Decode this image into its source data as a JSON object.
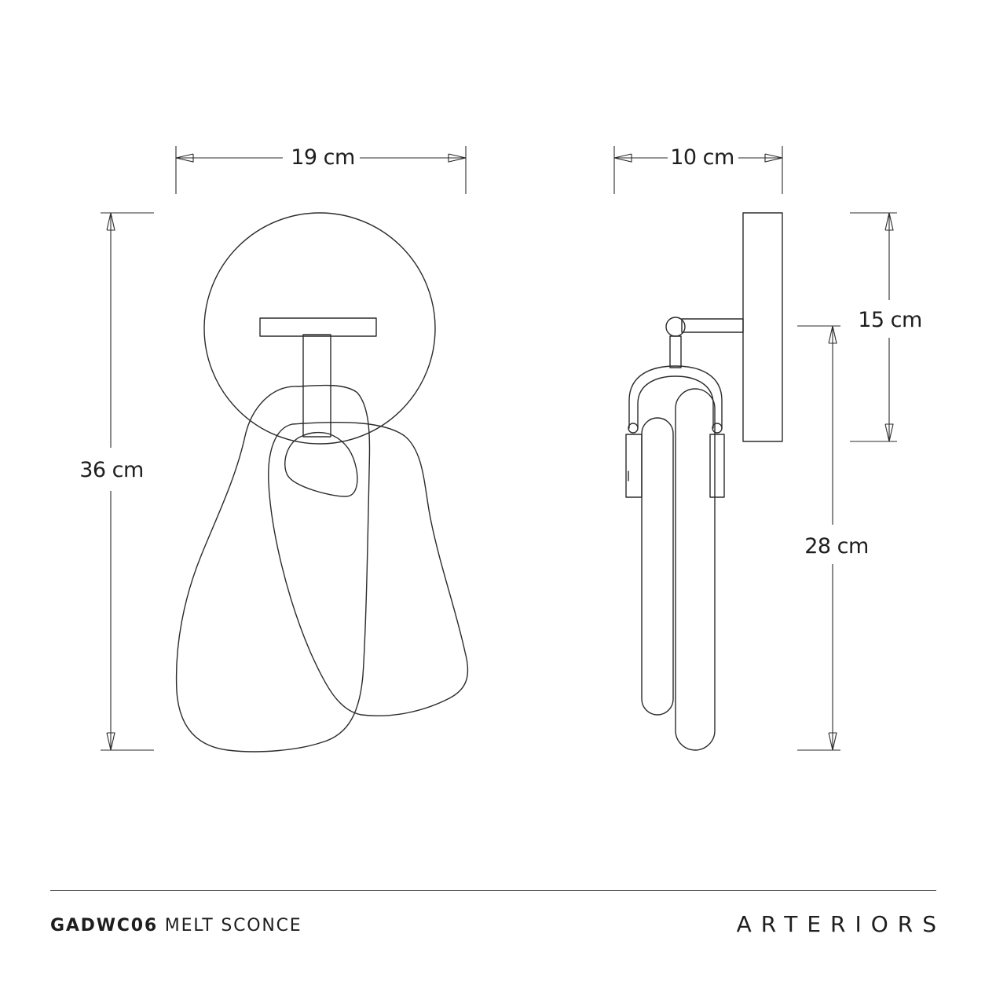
{
  "dimensions": {
    "front_width": "19 cm",
    "front_height": "36 cm",
    "side_depth": "10 cm",
    "backplate_height": "15 cm",
    "arm_to_bottom_height": "28 cm"
  },
  "footer": {
    "product_code": "GADWC06",
    "product_name": "MELT SCONCE",
    "brand": "ARTERIORS"
  }
}
